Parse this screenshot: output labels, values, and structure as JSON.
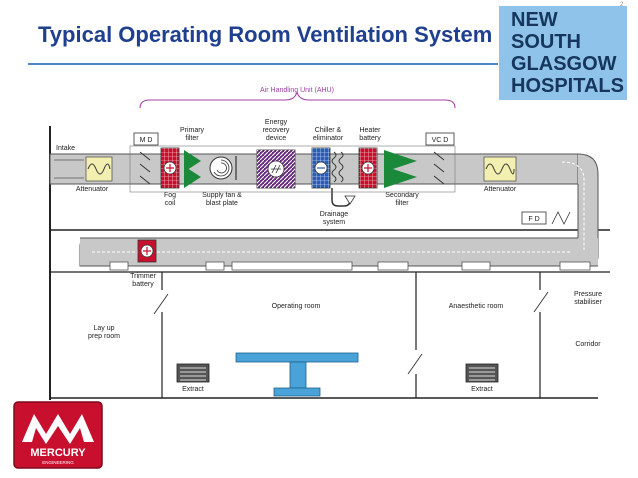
{
  "title": "Typical Operating Room Ventilation System",
  "page_number": "2",
  "brand": {
    "lines": [
      "NEW",
      "SOUTH",
      "GLASGOW",
      "HOSPITALS"
    ]
  },
  "ahu_label": "Air Handling Unit (AHU)",
  "components": {
    "intake": "Intake",
    "attenuator_in": "Attenuator",
    "md": "M D",
    "primary_filter": [
      "Primary",
      "filter"
    ],
    "fog_coil": [
      "Fog",
      "coil"
    ],
    "supply_fan": [
      "Supply fan &",
      "blast plate"
    ],
    "energy_recovery": [
      "Energy",
      "recovery",
      "device"
    ],
    "chiller": [
      "Chiller &",
      "eliminator"
    ],
    "drainage": [
      "Drainage",
      "system"
    ],
    "heater": [
      "Heater",
      "battery"
    ],
    "secondary_filter": [
      "Secondary",
      "filter"
    ],
    "vcd": "VC D",
    "attenuator_out": "Attenuator",
    "fd": "F D",
    "trimmer": [
      "Trimmer",
      "battery"
    ]
  },
  "rooms": {
    "operating": "Operating room",
    "anaesthetic": "Anaesthetic room",
    "layup": [
      "Lay up",
      "prep room"
    ],
    "pressure": [
      "Pressure",
      "stabiliser"
    ],
    "corridor": "Corridor",
    "extract_left": "Extract",
    "extract_right": "Extract"
  },
  "logo": {
    "text": "MERCURY",
    "subtext": "ENGINEERING"
  },
  "colors": {
    "title": "#1f3f8f",
    "brand_bg": "#8fc3e9",
    "brand_text": "#17365d",
    "ahu_label": "#a040a0",
    "duct": "#c8c8c8",
    "fog_coil": "#c8102e",
    "filter": "#1a8a3a",
    "recovery": "#6a2c82",
    "chiller": "#2a5cb8",
    "attenuator": "#f3efb0"
  }
}
